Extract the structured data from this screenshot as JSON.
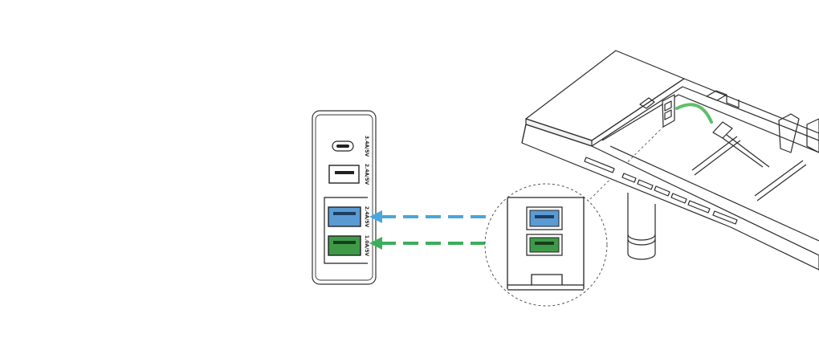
{
  "colors": {
    "usb_blue": "#5a9bd4",
    "usb_green": "#3f9a48",
    "arrow_blue": "#4aa6dc",
    "arrow_green": "#3aae5c",
    "cable_arc": "#5fbe6a",
    "line": "#333333"
  },
  "ports": {
    "usb_c": {
      "label": "3.4A/5V"
    },
    "usb_a_white": {
      "label": "2.4A/5V"
    },
    "usb_a_blue": {
      "label": "2.4A/5V"
    },
    "usb_a_green": {
      "label": "1.0A/5V"
    }
  },
  "arrows": [
    {
      "name": "blue-port-connection",
      "color": "#4aa6dc"
    },
    {
      "name": "green-port-connection",
      "color": "#3aae5c"
    }
  ]
}
